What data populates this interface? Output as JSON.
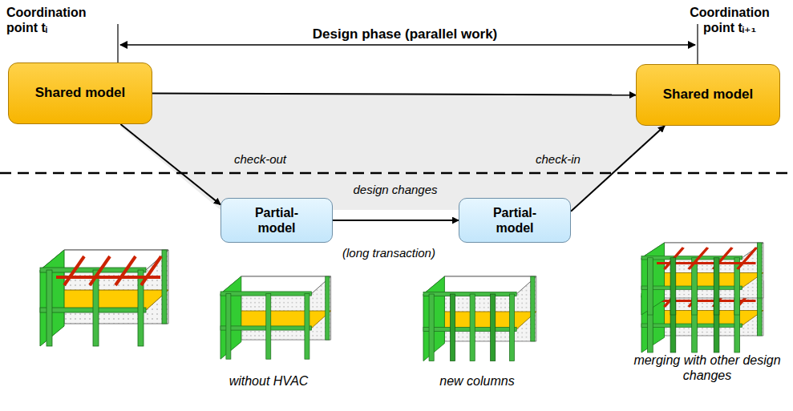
{
  "diagram": {
    "nodes": [
      {
        "text": [
          "Shared model"
        ]
      },
      {
        "text": [
          "Shared model"
        ]
      },
      {
        "text": [
          "Partial-model"
        ]
      },
      {
        "text": [
          "Partial-model"
        ]
      }
    ],
    "edges": [
      {
        "from": 0,
        "to": 1,
        "arrow": "to"
      },
      {
        "from": 0,
        "to": 2,
        "label": "check-out",
        "arrow": "to"
      },
      {
        "from": 2,
        "to": 3,
        "label": "design changes",
        "arrow": "to"
      },
      {
        "from": 3,
        "to": 1,
        "label": "check-in",
        "arrow": "to"
      }
    ],
    "labels": [
      "Coordination point tᵢ",
      "Coordination point tᵢ₊₁",
      "Design phase (parallel work)",
      "(long transaction)",
      "without HVAC",
      "new columns",
      "merging with other design changes"
    ]
  }
}
